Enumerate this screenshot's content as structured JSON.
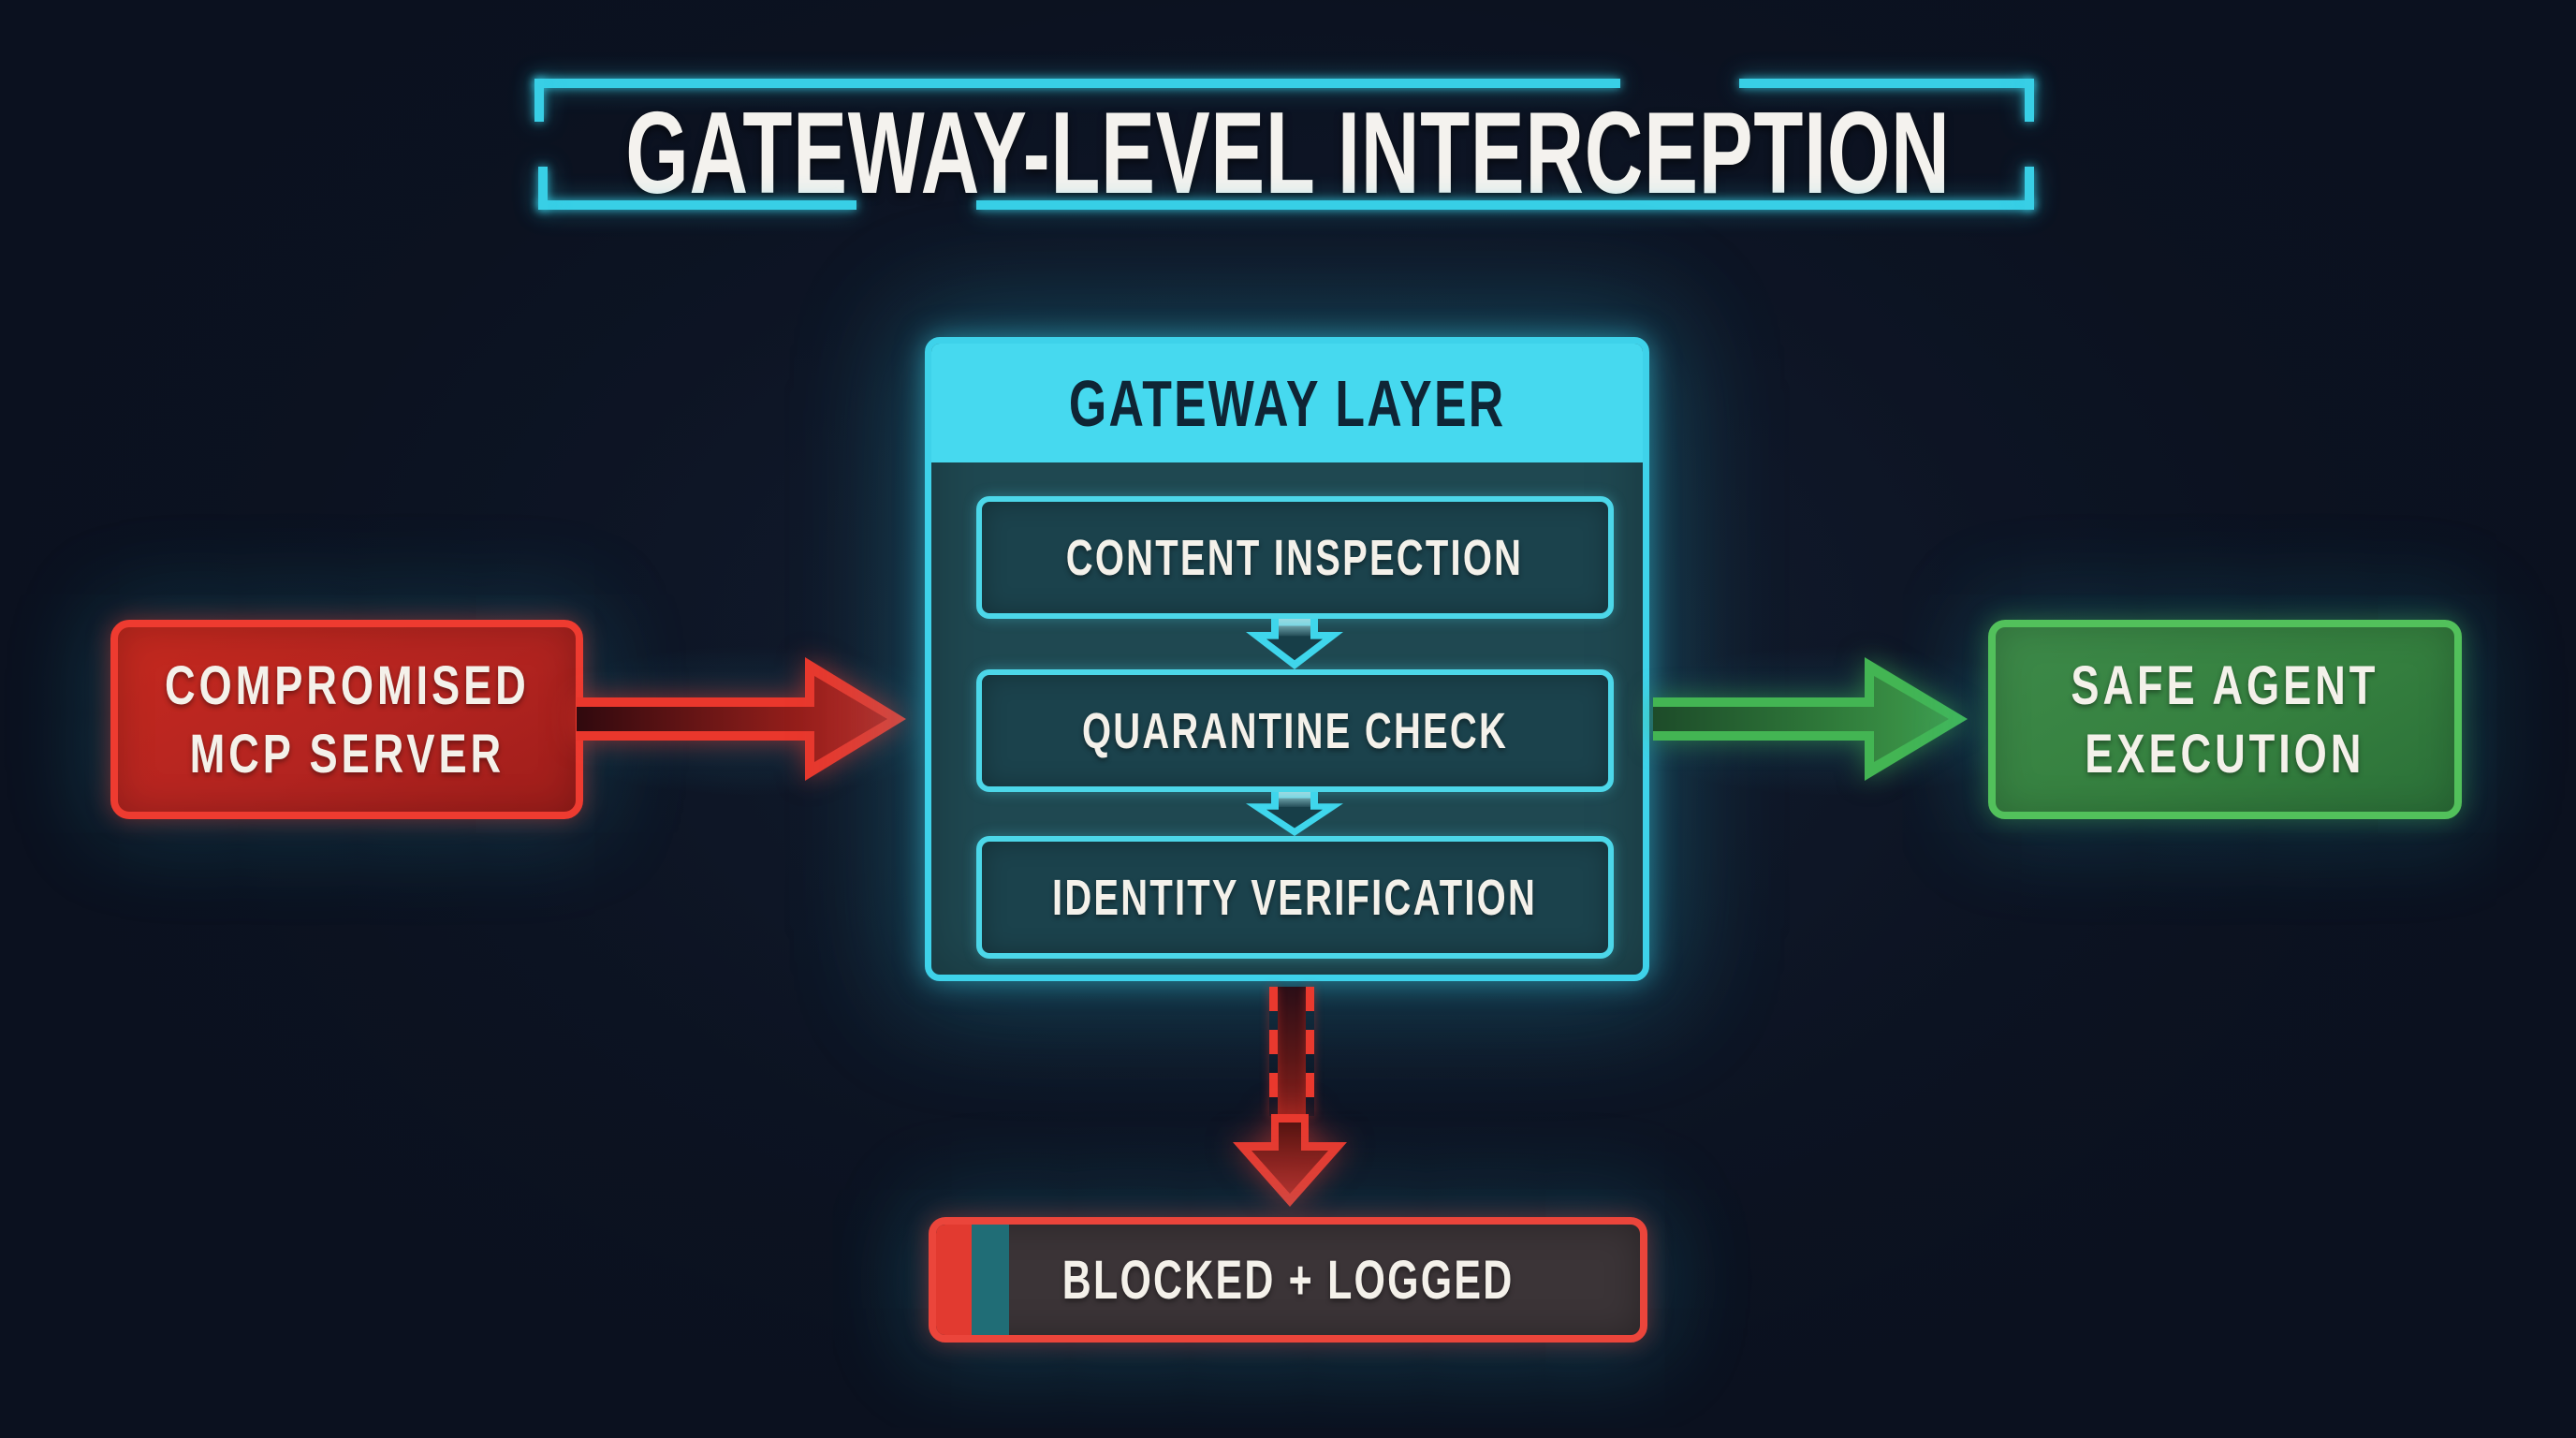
{
  "title": "GATEWAY-LEVEL INTERCEPTION",
  "source_box": {
    "line1": "COMPROMISED",
    "line2": "MCP SERVER"
  },
  "gateway": {
    "header": "GATEWAY LAYER",
    "steps": [
      {
        "label": "CONTENT INSPECTION"
      },
      {
        "label": "QUARANTINE CHECK"
      },
      {
        "label": "IDENTITY VERIFICATION"
      }
    ]
  },
  "safe_box": {
    "line1": "SAFE AGENT",
    "line2": "EXECUTION"
  },
  "blocked_box": {
    "label": "BLOCKED + LOGGED"
  },
  "colors": {
    "background": "#0c1322",
    "cyan_accent": "#38cfe6",
    "gateway_header_fill": "#46d9ef",
    "gateway_body_fill": "#1f4851",
    "danger_red": "#ea372c",
    "success_green": "#43b553",
    "blocked_fill": "#3b3437",
    "teal_stripe": "#206d76"
  }
}
